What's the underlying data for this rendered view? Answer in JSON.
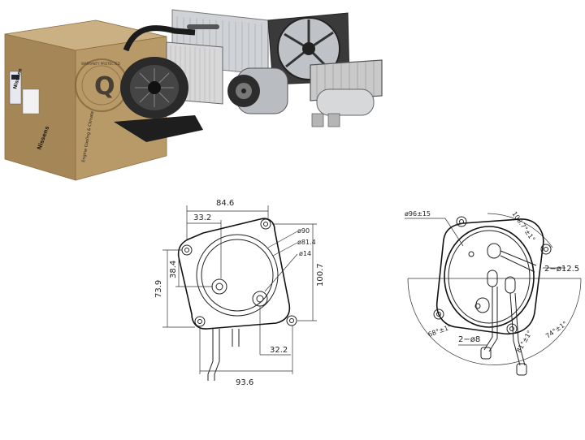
{
  "box": {
    "brand": "Nissens",
    "side_text": "Nissens",
    "tagline": "Engine Cooling & Climate",
    "circle_text": "WARRANTY PROTECTED",
    "emblem_letter": "Q"
  },
  "drawing_left": {
    "dims": {
      "top_width": "84.6",
      "offset_top": "33.2",
      "dia_90": "ø90",
      "dia_81": "ø81.4",
      "dia_14": "ø14",
      "left_small": "38.4",
      "left_total": "73.9",
      "right_height": "100.7",
      "bottom_offset": "32.2",
      "bottom_width": "93.6"
    }
  },
  "drawing_right": {
    "dims": {
      "dia_96": "ø96±15",
      "arc_top": "108.7°±1°",
      "two_dia_125": "2−ø12.5",
      "two_dia_8": "2−ø8",
      "angle_left": "68°±1°",
      "angle_mid": "81°±1°",
      "angle_right": "74°±1°"
    }
  },
  "colors": {
    "box_front": "#b89968",
    "box_side": "#a58657",
    "box_top": "#cbb083",
    "line": "#222222"
  }
}
